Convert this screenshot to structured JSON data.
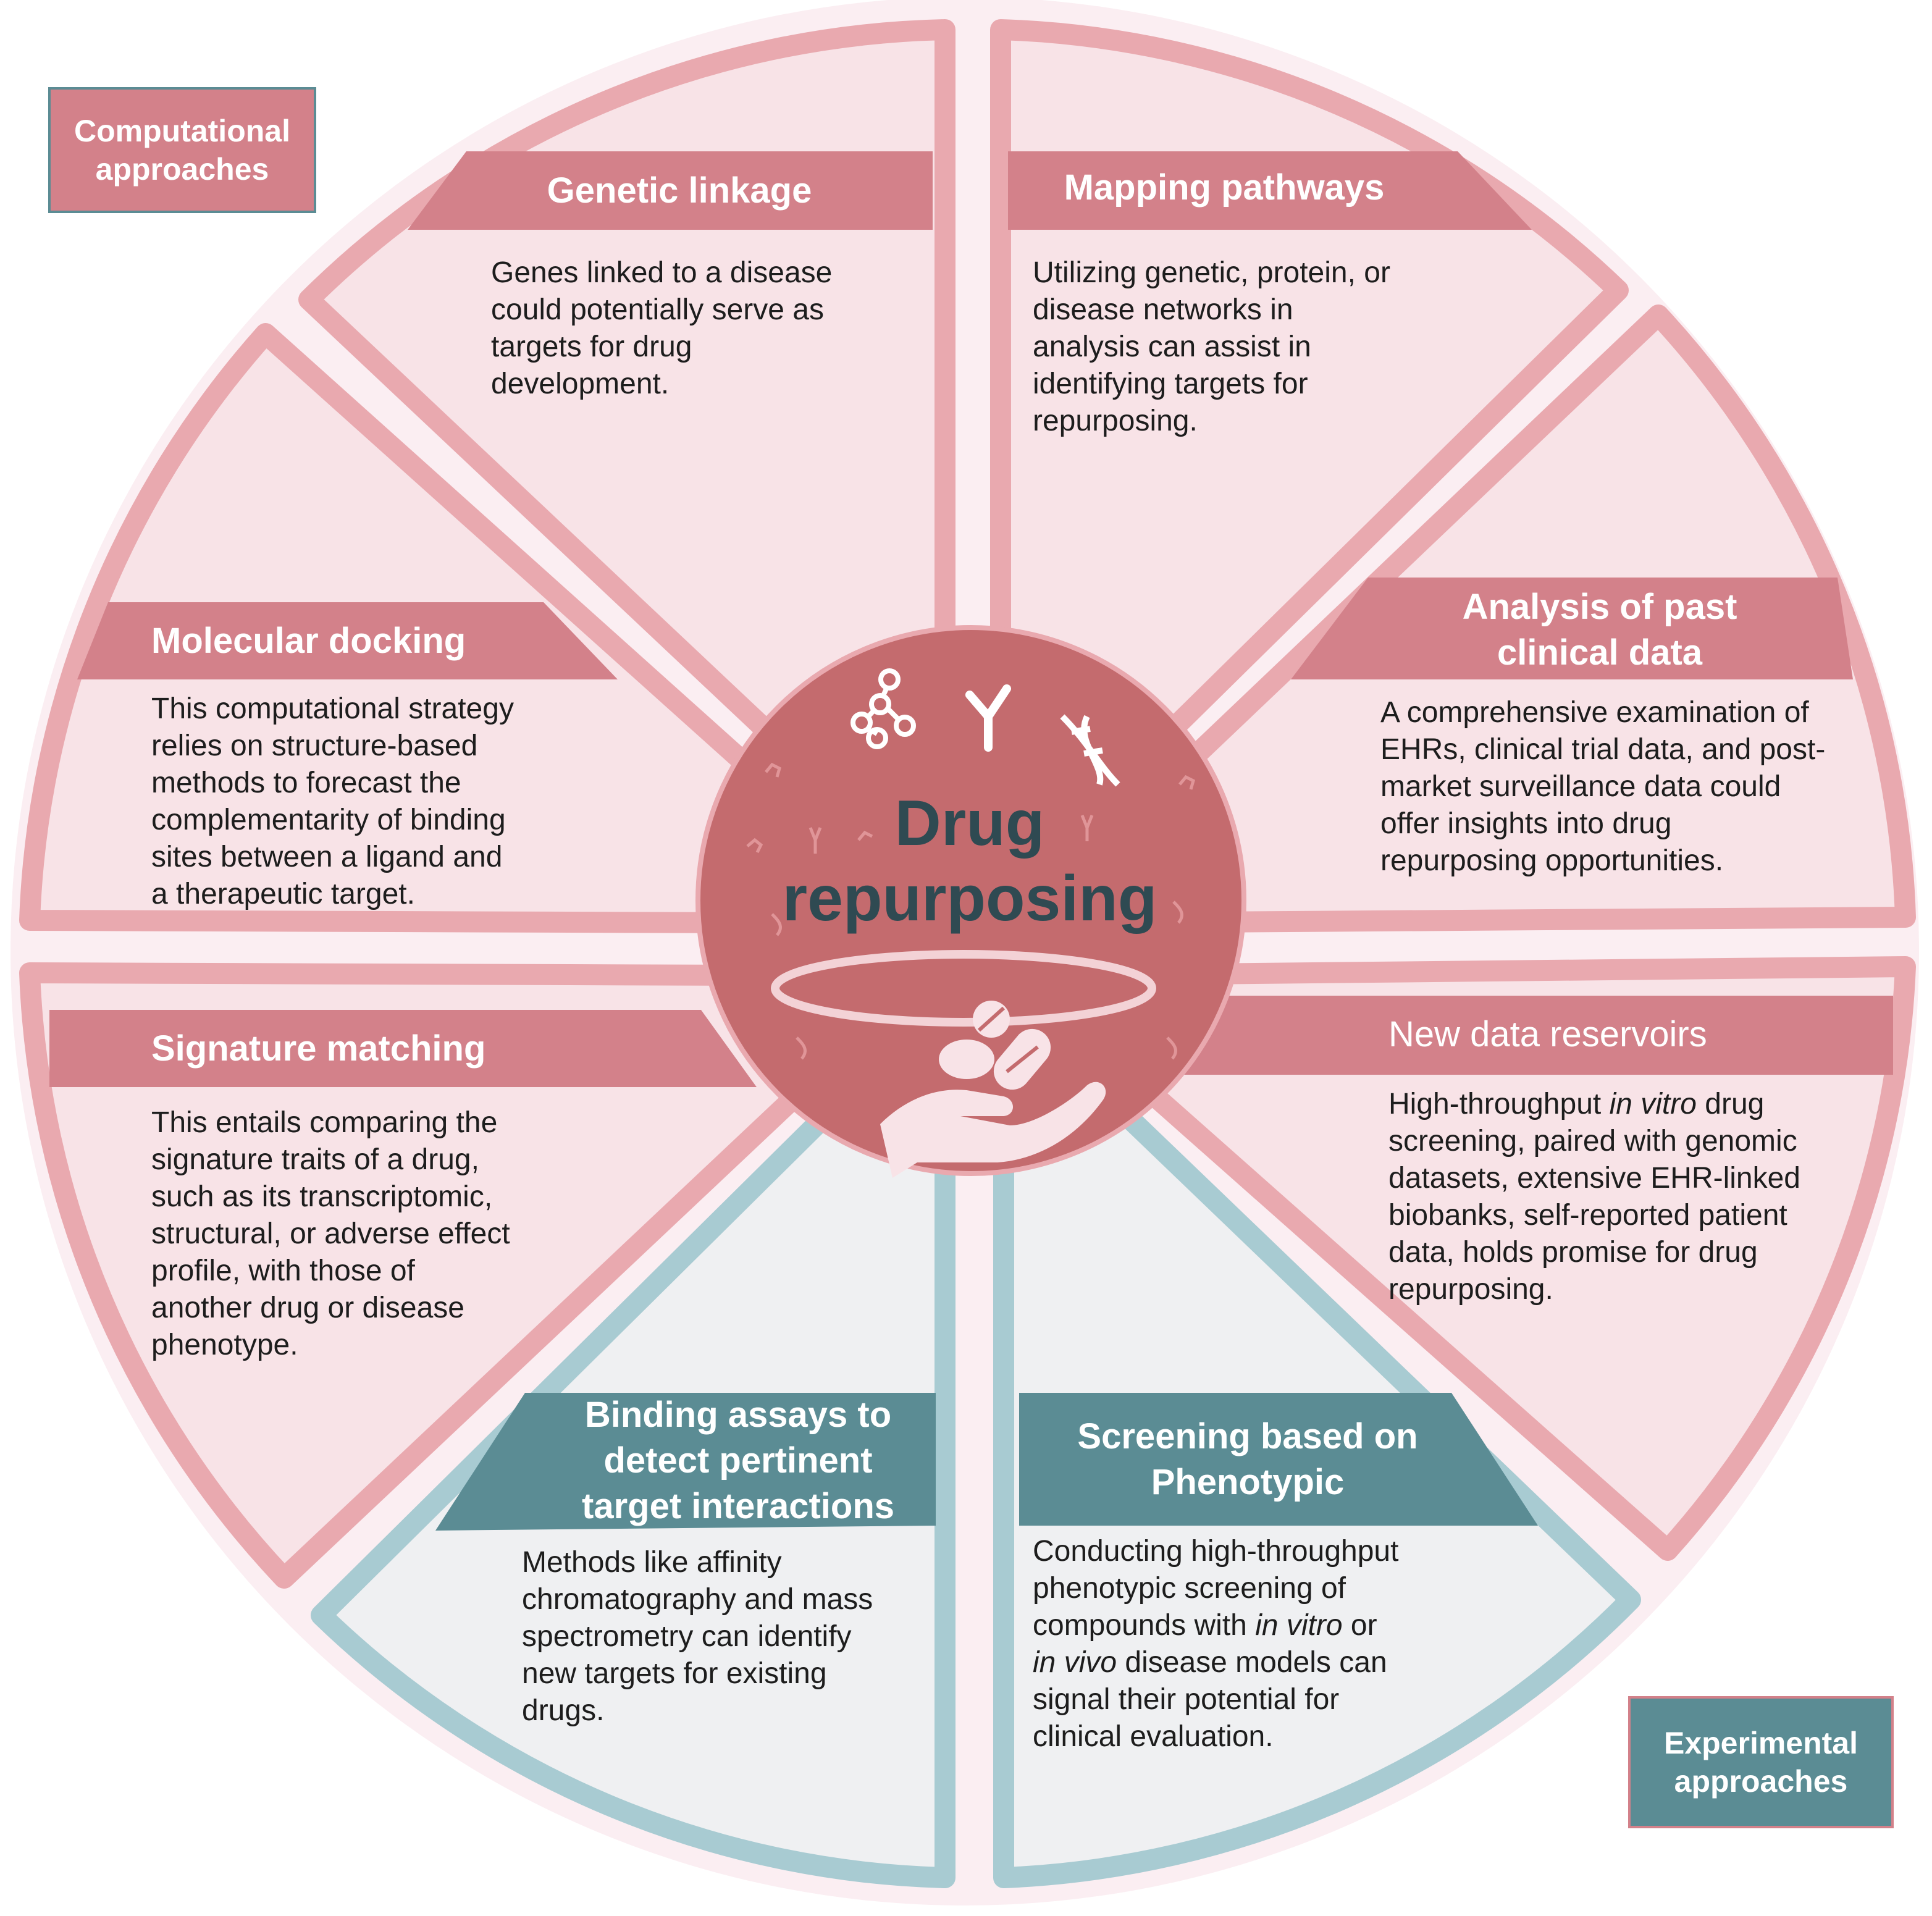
{
  "colors": {
    "computational_border": "#e9a9af",
    "computational_fill": "#f8e3e7",
    "computational_header": "#d3818a",
    "experimental_border": "#a8cbd2",
    "experimental_fill": "#eff0f2",
    "experimental_header": "#5b8c94",
    "center_fill": "#c46b6e",
    "outer_fill": "#fbeef2",
    "center_text": "#2f4a52"
  },
  "legend": {
    "computational": "Computational\napproaches",
    "experimental": "Experimental\napproaches"
  },
  "center": {
    "line1": "Drug",
    "line2": "repurposing",
    "icons": [
      "molecule-icon",
      "antibody-icon",
      "dna-icon",
      "pills-icon",
      "hand-icon"
    ]
  },
  "segments": [
    {
      "id": "genetic-linkage",
      "approach": "computational",
      "title": "Genetic linkage",
      "body": [
        "Genes linked to a disease",
        "could potentially serve as",
        "targets for drug",
        "development."
      ]
    },
    {
      "id": "mapping-pathways",
      "approach": "computational",
      "title": "Mapping pathways",
      "body": [
        "Utilizing genetic, protein, or",
        "disease networks in",
        "analysis can assist in",
        "identifying targets for",
        "repurposing."
      ]
    },
    {
      "id": "analysis-past-clinical",
      "approach": "computational",
      "title_lines": [
        "Analysis of past",
        "clinical data"
      ],
      "body": [
        "A comprehensive examination of",
        "EHRs, clinical trial data, and post-",
        "market surveillance data could",
        "offer insights into drug",
        "repurposing opportunities."
      ]
    },
    {
      "id": "new-data-reservoirs",
      "approach": "computational",
      "title": "New data reservoirs",
      "body_first_line": {
        "pre": "High-throughput ",
        "italic": "in vitro",
        "post": " drug"
      },
      "body": [
        "screening, paired with genomic",
        "datasets, extensive EHR-linked",
        "biobanks, self-reported patient",
        "data, holds promise for drug",
        "repurposing."
      ]
    },
    {
      "id": "screening-phenotypic",
      "approach": "experimental",
      "title_lines": [
        "Screening based on",
        "Phenotypic"
      ],
      "body_lines_a": [
        "Conducting high-throughput",
        "phenotypic screening of"
      ],
      "body_italic_line1": {
        "pre": "compounds with ",
        "italic": "in vitro",
        "post": " or"
      },
      "body_italic_line2": {
        "pre": "",
        "italic": "in vivo",
        "post": " disease models can"
      },
      "body_lines_b": [
        "signal their potential for",
        "clinical evaluation."
      ]
    },
    {
      "id": "binding-assays",
      "approach": "experimental",
      "title_lines": [
        "Binding assays to",
        "detect pertinent",
        "target interactions"
      ],
      "body": [
        "Methods like affinity",
        "chromatography and mass",
        "spectrometry can identify",
        "new targets for existing",
        "drugs."
      ]
    },
    {
      "id": "signature-matching",
      "approach": "computational",
      "title": "Signature matching",
      "body": [
        "This entails comparing the",
        "signature traits of a drug,",
        "such as its transcriptomic,",
        "structural, or adverse effect",
        "profile, with those of",
        "another drug or disease",
        "phenotype."
      ]
    },
    {
      "id": "molecular-docking",
      "approach": "computational",
      "title": "Molecular docking",
      "body": [
        "This computational strategy",
        "relies on structure-based",
        "methods to forecast the",
        "complementarity of binding",
        "sites between a ligand and",
        "a therapeutic target."
      ]
    }
  ]
}
